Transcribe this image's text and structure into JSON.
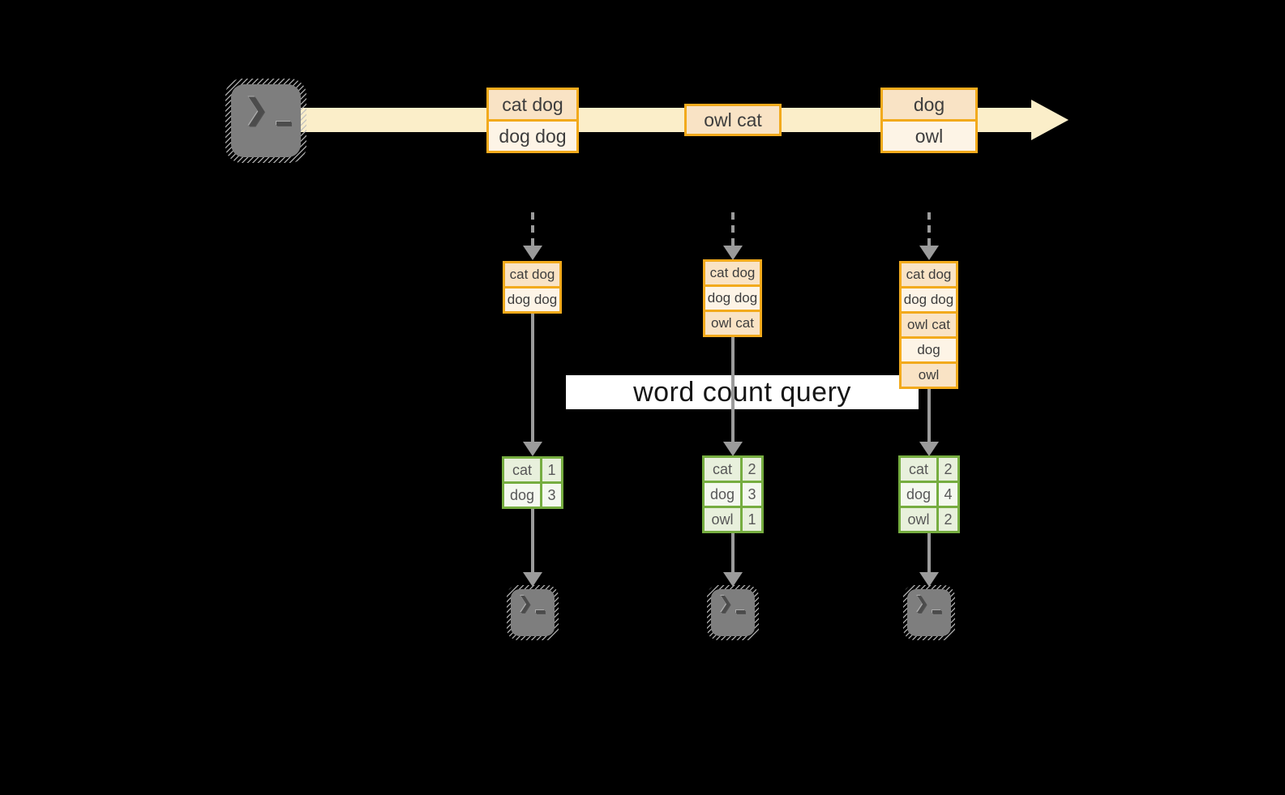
{
  "title": {
    "label": "word count query"
  },
  "stream": {
    "batches": [
      {
        "lines": [
          "cat dog",
          "dog dog"
        ]
      },
      {
        "lines": [
          "owl cat"
        ]
      },
      {
        "lines": [
          "dog",
          "owl"
        ]
      }
    ]
  },
  "micro_batches": [
    {
      "lines": [
        "cat dog",
        "dog dog"
      ]
    },
    {
      "lines": [
        "cat dog",
        "dog dog",
        "owl cat"
      ]
    },
    {
      "lines": [
        "cat dog",
        "dog dog",
        "owl cat",
        "dog",
        "owl"
      ]
    }
  ],
  "word_counts": [
    {
      "rows": [
        {
          "word": "cat",
          "count": "1"
        },
        {
          "word": "dog",
          "count": "3"
        }
      ]
    },
    {
      "rows": [
        {
          "word": "cat",
          "count": "2"
        },
        {
          "word": "dog",
          "count": "3"
        },
        {
          "word": "owl",
          "count": "1"
        }
      ]
    },
    {
      "rows": [
        {
          "word": "cat",
          "count": "2"
        },
        {
          "word": "dog",
          "count": "4"
        },
        {
          "word": "owl",
          "count": "2"
        }
      ]
    }
  ],
  "icons": {
    "source": "terminal-icon",
    "sinks": [
      "terminal-icon",
      "terminal-icon",
      "terminal-icon"
    ],
    "prompt_glyph": "❯"
  },
  "colors": {
    "background": "#000000",
    "stream_band": "#fbeec9",
    "orange_border": "#f2aa1c",
    "orange_fill_dark": "#f9e3c5",
    "orange_fill_light": "#fdf4e6",
    "green_border": "#76ad40",
    "green_fill_dark": "#e8f0dc",
    "green_fill_light": "#f4f8ef",
    "arrow_gray": "#9b9b9b",
    "terminal_gray": "#7e7e7e",
    "query_background": "#ffffff"
  }
}
